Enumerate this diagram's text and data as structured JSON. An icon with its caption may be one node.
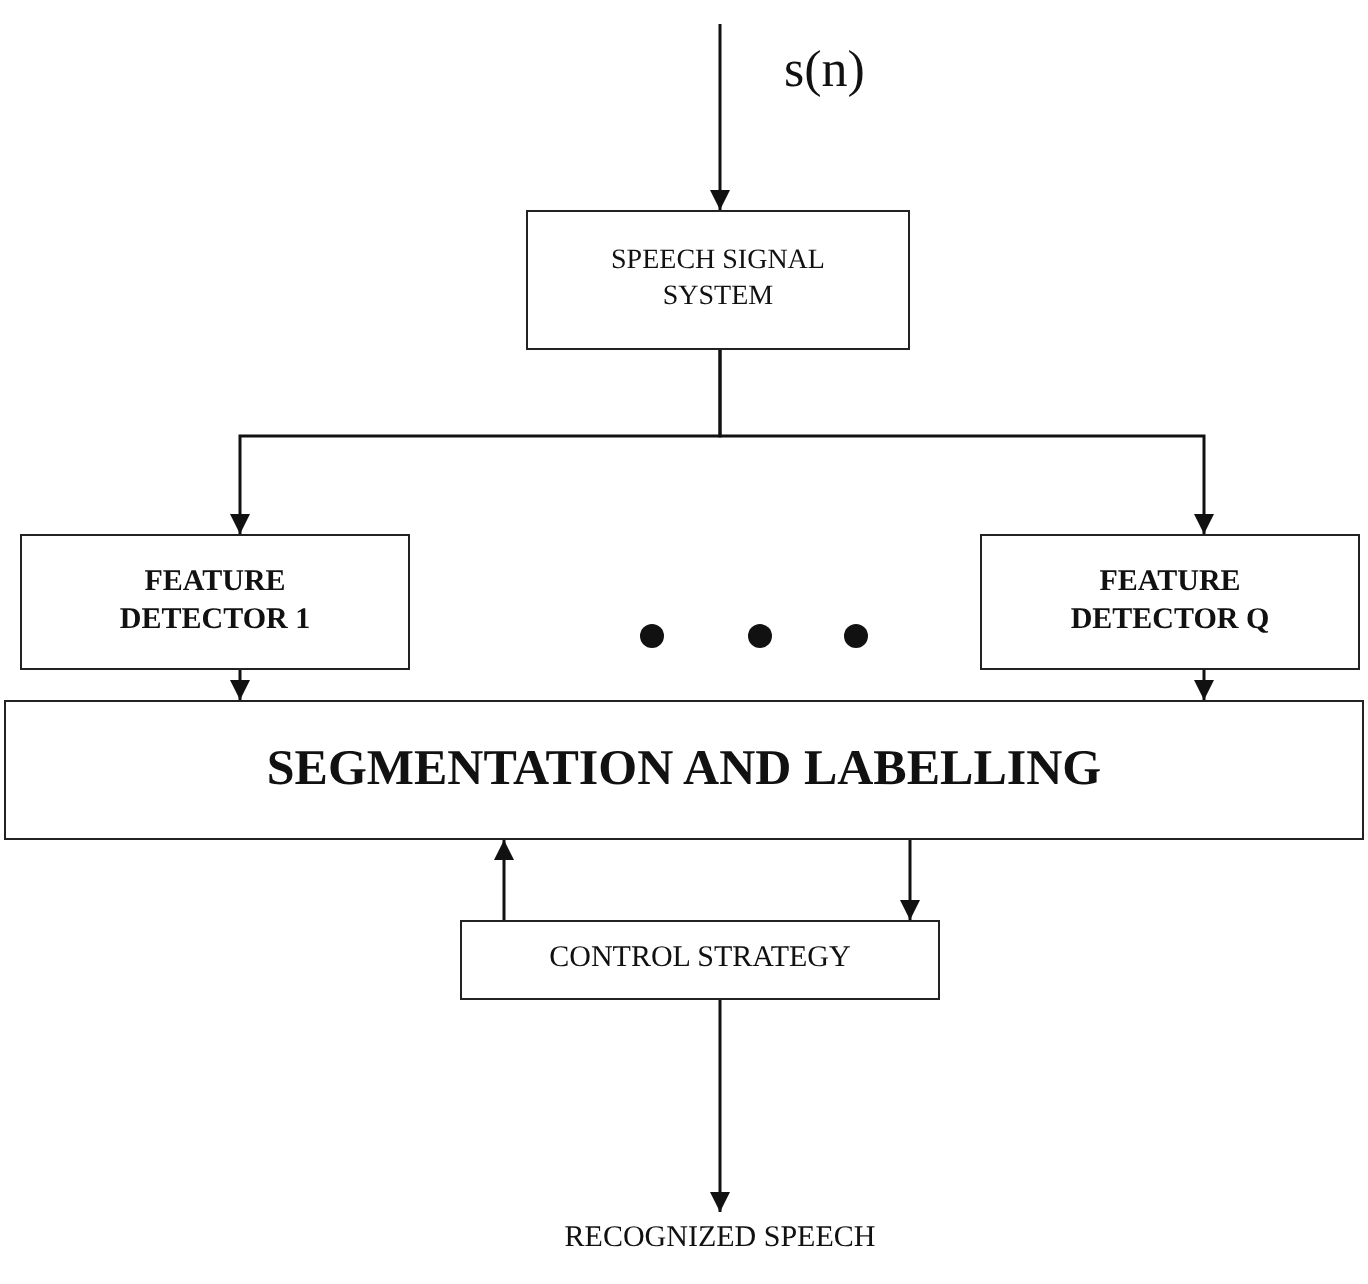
{
  "diagram": {
    "nodes": [
      {
        "text": [
          "SPEECH SIGNAL SYSTEM"
        ]
      },
      {
        "text": [
          "FEATURE DETECTOR 1"
        ]
      },
      {
        "text": [
          "FEATURE DETECTOR Q"
        ]
      },
      {
        "text": [
          "SEGMENTATION AND LABELLING"
        ]
      },
      {
        "text": [
          "CONTROL STRATEGY"
        ]
      },
      {
        "text": [
          "RECOGNIZED SPEECH"
        ]
      }
    ],
    "edges": [
      {
        "from": null,
        "to": 0,
        "arrow": "to",
        "label": "s(n)"
      },
      {
        "from": 0,
        "to": 1,
        "arrow": "to"
      },
      {
        "from": 0,
        "to": 2,
        "arrow": "to"
      },
      {
        "from": 1,
        "to": 3,
        "arrow": "to"
      },
      {
        "from": 2,
        "to": 3,
        "arrow": "to"
      },
      {
        "from": 4,
        "to": 3,
        "arrow": "to"
      },
      {
        "from": 3,
        "to": 4,
        "arrow": "to"
      },
      {
        "from": 4,
        "to": 5,
        "arrow": "to"
      }
    ]
  }
}
